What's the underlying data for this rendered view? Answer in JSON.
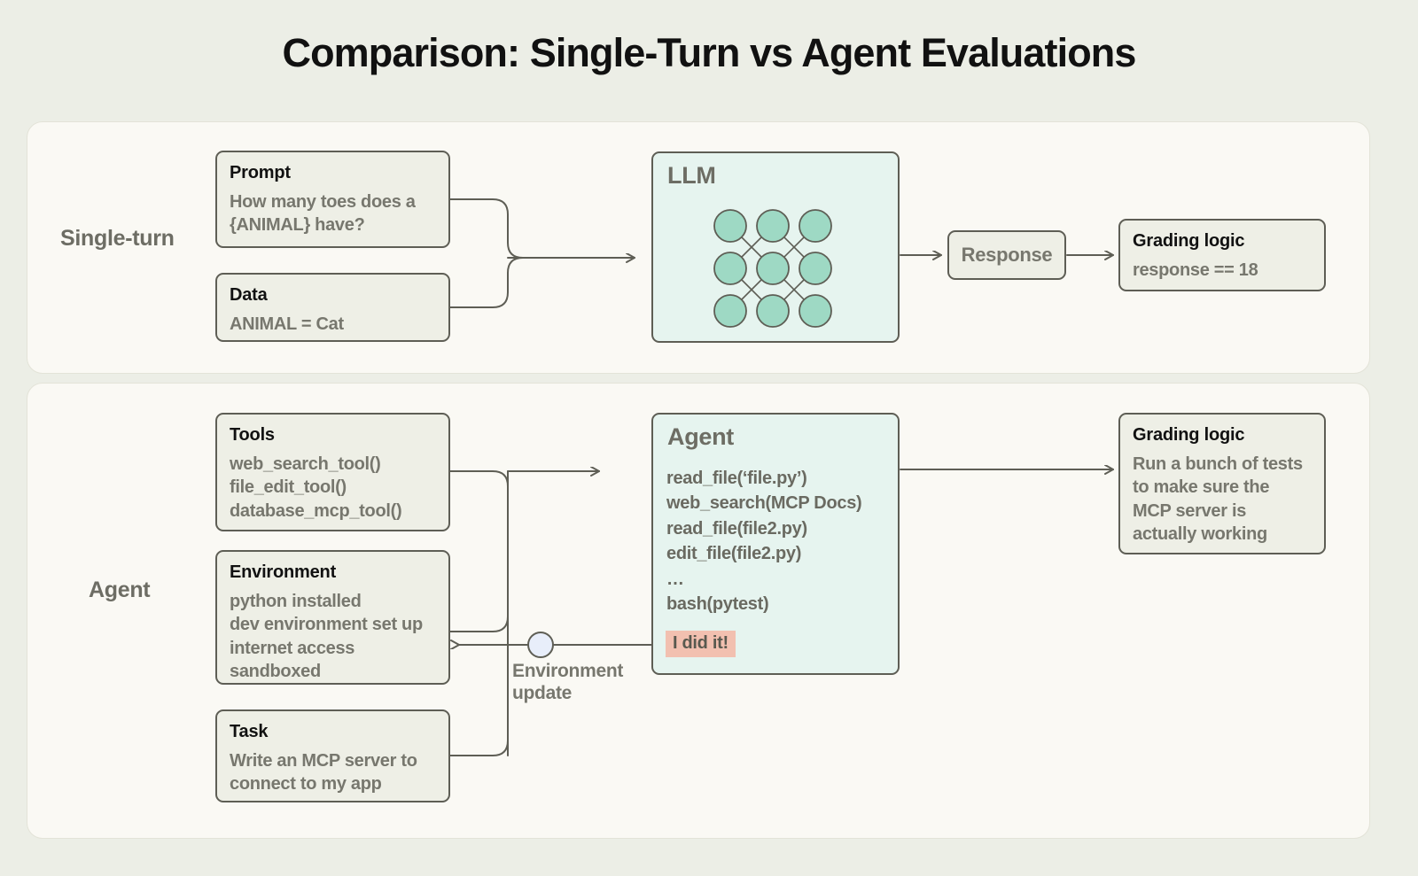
{
  "title": "Comparison: Single-Turn vs Agent Evaluations",
  "colors": {
    "page_background": "#eceee6",
    "panel_background": "#faf9f4",
    "card_background": "#eeefe6",
    "card_border": "#5e5e55",
    "mint_background": "#e6f4ef",
    "node_fill": "#9ed9c4",
    "highlight_pink": "#f2c0b0",
    "connector_dot": "#e8eefa",
    "title_color": "#111111",
    "body_text": "#77776e"
  },
  "sections": {
    "single_turn": {
      "label": "Single-turn",
      "cards": {
        "prompt": {
          "title": "Prompt",
          "body": "How many toes does a\n{ANIMAL} have?"
        },
        "data": {
          "title": "Data",
          "body": "ANIMAL = Cat"
        },
        "grading": {
          "title": "Grading logic",
          "body": "response == 18"
        }
      },
      "model": {
        "title": "LLM",
        "network": {
          "rows": 3,
          "cols": 3,
          "node_count": 9
        }
      },
      "response_pill": "Response"
    },
    "agent": {
      "label": "Agent",
      "cards": {
        "tools": {
          "title": "Tools",
          "body": "web_search_tool()\nfile_edit_tool()\ndatabase_mcp_tool()"
        },
        "environment": {
          "title": "Environment",
          "body": "python installed\ndev environment set up\ninternet access\nsandboxed"
        },
        "task": {
          "title": "Task",
          "body": "Write an MCP server to\nconnect to my app"
        },
        "grading": {
          "title": "Grading logic",
          "body": "Run a bunch of tests\nto make sure the\nMCP server is\nactually working"
        }
      },
      "model": {
        "title": "Agent",
        "trace": "read_file(‘file.py’)\nweb_search(MCP Docs)\nread_file(file2.py)\nedit_file(file2.py)\n…\nbash(pytest)",
        "final_message": "I did it!"
      },
      "feedback_label": "Environment\nupdate"
    }
  }
}
